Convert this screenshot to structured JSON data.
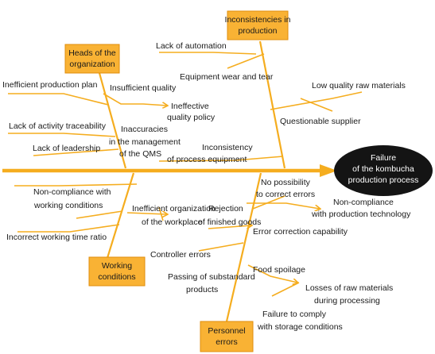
{
  "diagram": {
    "effect": [
      "Failure",
      "of the kombucha",
      "production process"
    ],
    "categories": {
      "heads": [
        "Heads of the",
        "organization"
      ],
      "production": [
        "Inconsistencies in",
        "production"
      ],
      "working": [
        "Working",
        "conditions"
      ],
      "personnel": [
        "Personnel",
        "errors"
      ]
    },
    "causes": {
      "inefficient_production_plan": [
        "Inefficient production plan"
      ],
      "insufficient_quality": [
        "Insufficient quality"
      ],
      "ineffective_quality_policy": [
        "Ineffective",
        "quality policy"
      ],
      "lack_activity_traceability": [
        "Lack of activity traceability"
      ],
      "inaccuracies_qms": [
        "Inaccuracies",
        "in the management",
        "of the QMS"
      ],
      "lack_of_leadership": [
        "Lack of leadership"
      ],
      "lack_of_automation": [
        "Lack of automation"
      ],
      "equipment_wear": [
        "Equipment wear and tear"
      ],
      "low_quality_raw": [
        "Low quality raw materials"
      ],
      "questionable_supplier": [
        "Questionable supplier"
      ],
      "inconsistency_equipment": [
        "Inconsistency",
        "of process equipment"
      ],
      "noncompliance_working": [
        "Non-compliance with",
        "working conditions"
      ],
      "inefficient_workplace": [
        "Inefficient organization",
        "of the workplace"
      ],
      "rejection_finished": [
        "Rejection",
        "of finished goods"
      ],
      "incorrect_working_time": [
        "Incorrect working time ratio"
      ],
      "no_possibility_correct": [
        "No possibility",
        "to correct errors"
      ],
      "noncompliance_technology": [
        "Non-compliance",
        "with production technology"
      ],
      "error_correction": [
        "Error correction capability"
      ],
      "controller_errors": [
        "Controller errors"
      ],
      "passing_substandard": [
        "Passing of substandard",
        "products"
      ],
      "food_spoilage": [
        "Food spoilage"
      ],
      "losses_raw": [
        "Losses of raw materials",
        "during processing"
      ],
      "failure_storage": [
        "Failure to comply",
        "with storage conditions"
      ]
    }
  },
  "colors": {
    "arrow": "#f5ad1f",
    "box_fill": "#f9b234",
    "box_stroke": "#e08e0b",
    "effect_fill": "#141414"
  }
}
